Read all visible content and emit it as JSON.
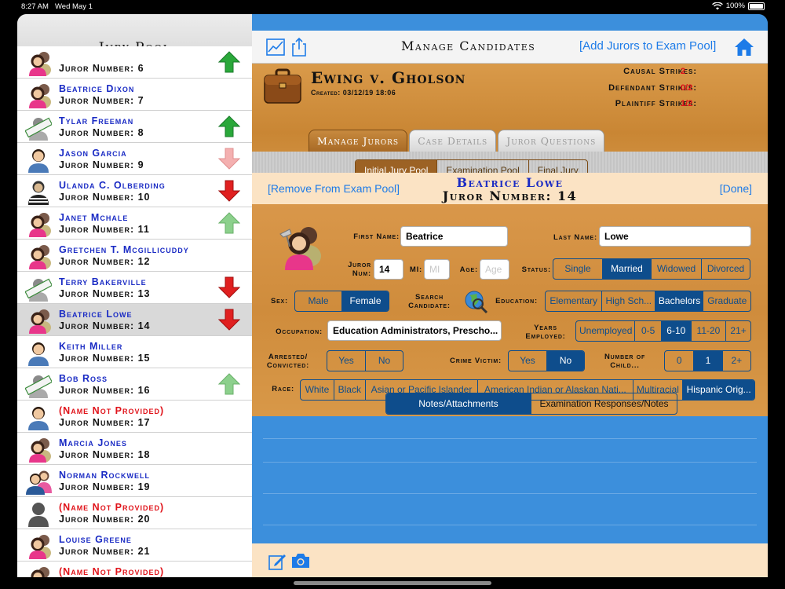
{
  "status_bar": {
    "time": "8:27 AM",
    "date": "Wed May 1",
    "battery": "100%"
  },
  "left": {
    "title": "Jury Pool",
    "jurors": [
      {
        "name": "",
        "number": "Juror Number: 6",
        "avatar": "female-avatar-icon",
        "arrow": "up-green"
      },
      {
        "name": "Beatrice Dixon",
        "number": "Juror Number: 7",
        "avatar": "female-avatar-icon",
        "arrow": ""
      },
      {
        "name": "Tylar Freeman",
        "number": "Juror Number: 8",
        "avatar": "stamped-avatar-icon",
        "arrow": "up-green"
      },
      {
        "name": "Jason Garcia",
        "number": "Juror Number: 9",
        "avatar": "male-avatar-icon",
        "arrow": "down-light"
      },
      {
        "name": "Ulanda C. Olberding",
        "number": "Juror Number: 10",
        "avatar": "prisoner-avatar-icon",
        "arrow": "down-red"
      },
      {
        "name": "Janet Mchale",
        "number": "Juror Number: 11",
        "avatar": "female-avatar-icon",
        "arrow": "up-light"
      },
      {
        "name": "Gretchen T. Mcgillicuddy",
        "number": "Juror Number: 12",
        "avatar": "female-avatar-icon",
        "arrow": ""
      },
      {
        "name": "Terry Bakerville",
        "number": "Juror Number: 13",
        "avatar": "stamped-avatar-icon",
        "arrow": "down-red"
      },
      {
        "name": "Beatrice Lowe",
        "number": "Juror Number: 14",
        "avatar": "female-avatar-icon",
        "arrow": "down-red",
        "selected": true
      },
      {
        "name": "Keith Miller",
        "number": "Juror Number: 15",
        "avatar": "male-avatar-icon",
        "arrow": ""
      },
      {
        "name": "Bob Ross",
        "number": "Juror Number: 16",
        "avatar": "stamped-avatar-icon",
        "arrow": "up-light"
      },
      {
        "name": "(Name Not Provided)",
        "number": "Juror Number: 17",
        "avatar": "male-avatar-icon",
        "arrow": "",
        "unnamed": true
      },
      {
        "name": "Marcia Jones",
        "number": "Juror Number: 18",
        "avatar": "female-avatar-icon",
        "arrow": ""
      },
      {
        "name": "Norman Rockwell",
        "number": "Juror Number: 19",
        "avatar": "couple-avatar-icon",
        "arrow": ""
      },
      {
        "name": "(Name Not Provided)",
        "number": "Juror Number: 20",
        "avatar": "silhouette-avatar-icon",
        "arrow": "",
        "unnamed": true
      },
      {
        "name": "Louise Greene",
        "number": "Juror Number: 21",
        "avatar": "female-avatar-icon",
        "arrow": ""
      },
      {
        "name": "(Name Not Provided)",
        "number": "",
        "avatar": "female-avatar-icon",
        "arrow": "",
        "unnamed": true
      }
    ]
  },
  "nav": {
    "title": "Manage Candidates",
    "add_link": "[Add Jurors to Exam Pool]"
  },
  "case": {
    "title": "Ewing v. Gholson",
    "created": "Created: 03/12/19 18:06",
    "strikes": [
      {
        "label": "Causal Strikes:",
        "value": "2"
      },
      {
        "label": "Defendant Strikes:",
        "value": "0/2"
      },
      {
        "label": "Plaintiff Strikes:",
        "value": "1/2"
      }
    ],
    "tabs": [
      "Manage Jurors",
      "Case Details",
      "Juror Questions"
    ],
    "pools": [
      "Initial Jury Pool",
      "Examination Pool",
      "Final Jury"
    ]
  },
  "detail": {
    "remove_link": "[Remove From Exam Pool]",
    "done_link": "[Done]",
    "name": "Beatrice Lowe",
    "number": "Juror Number: 14"
  },
  "form": {
    "labels": {
      "first_name": "First Name:",
      "last_name": "Last Name:",
      "juror_num": "Juror Num:",
      "mi": "MI:",
      "age": "Age:",
      "status": "Status:",
      "sex": "Sex:",
      "search": "Search Candidate:",
      "education": "Education:",
      "occupation": "Occupation:",
      "years": "Years Employed:",
      "arrested": "Arrested/ Convicted:",
      "victim": "Crime Victim:",
      "children": "Number of Child...",
      "race": "Race:"
    },
    "first_name": "Beatrice",
    "last_name": "Lowe",
    "juror_num": "14",
    "mi_placeholder": "MI",
    "age_placeholder": "Age",
    "occupation": "Education Administrators, Prescho...",
    "status_options": [
      "Single",
      "Married",
      "Widowed",
      "Divorced"
    ],
    "sex_options": [
      "Male",
      "Female"
    ],
    "education_options": [
      "Elementary",
      "High Sch...",
      "Bachelors",
      "Graduate"
    ],
    "years_options": [
      "Unemployed",
      "0-5",
      "6-10",
      "11-20",
      "21+"
    ],
    "arrested_options": [
      "Yes",
      "No"
    ],
    "victim_options": [
      "Yes",
      "No"
    ],
    "children_options": [
      "0",
      "1",
      "2+"
    ],
    "race_options": [
      "White",
      "Black",
      "Asian or Pacific Islander",
      "American Indian or Alaskan Nati...",
      "Multiracial",
      "Hispanic Orig..."
    ],
    "bottom_tabs": [
      "Notes/Attachments",
      "Examination Responses/Notes"
    ]
  },
  "colors": {
    "accent": "#1d7be8",
    "name_blue": "#1a2bc4",
    "strike_red": "#e0131a",
    "segment_blue": "#0e4d8c",
    "wood": "#cf8c3c"
  }
}
